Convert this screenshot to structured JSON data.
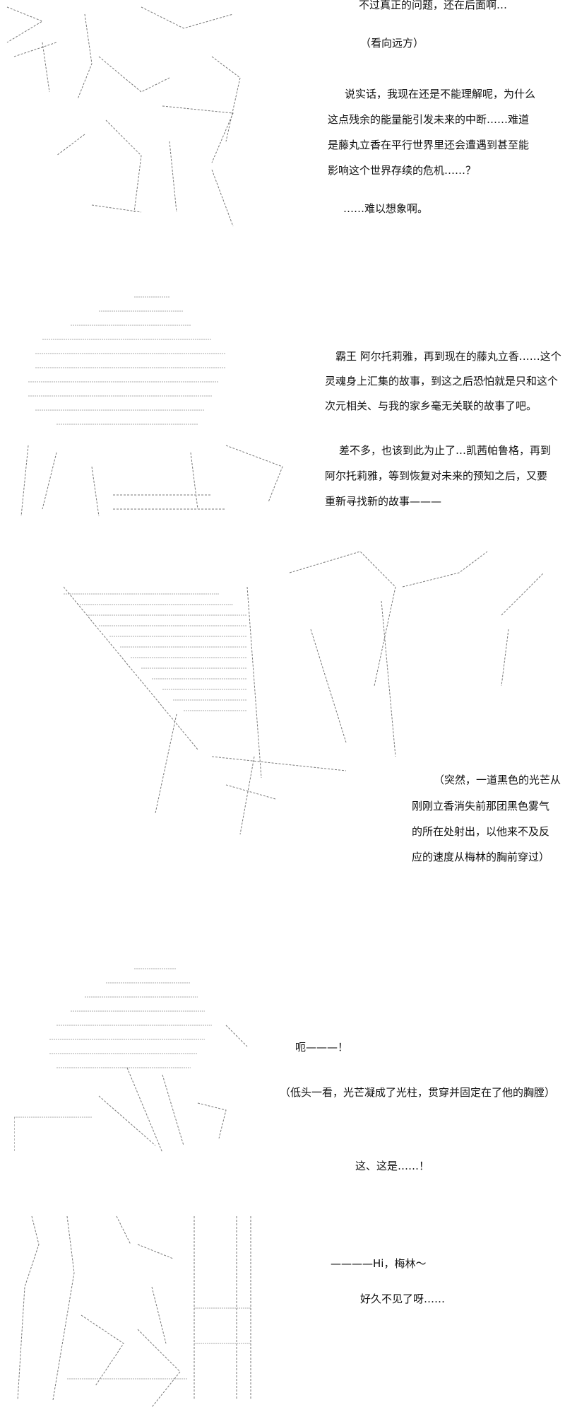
{
  "panels": [
    {
      "lines": [
        "不过真正的问题，还在后面啊…",
        "（看向远方）",
        "说实话，我现在还是不能理解呢，为什么",
        "这点残余的能量能引发未来的中断……难道",
        "是藤丸立香在平行世界里还会遭遇到甚至能",
        "影响这个世界存续的危机……？",
        "……难以想象啊。"
      ]
    },
    {
      "lines": [
        "霸王 阿尔托莉雅，再到现在的藤丸立香……这个",
        "灵魂身上汇集的故事，到这之后恐怕就是只和这个",
        "次元相关、与我的家乡毫无关联的故事了吧。",
        "差不多，也该到此为止了…凯茜帕鲁格，再到",
        "阿尔托莉雅，等到恢复对未来的预知之后，又要",
        "重新寻找新的故事———"
      ]
    },
    {
      "lines": [
        "（突然，一道黑色的光芒从",
        "刚刚立香消失前那团黑色雾气",
        "的所在处射出，以他来不及反",
        "应的速度从梅林的胸前穿过）"
      ]
    },
    {
      "lines": [
        "呃———！",
        "（低头一看，光芒凝成了光柱，贯穿并固定在了他的胸膛）",
        "这、这是……！"
      ]
    },
    {
      "lines": [
        "————Hi，梅林～",
        "好久不见了呀……"
      ]
    }
  ]
}
